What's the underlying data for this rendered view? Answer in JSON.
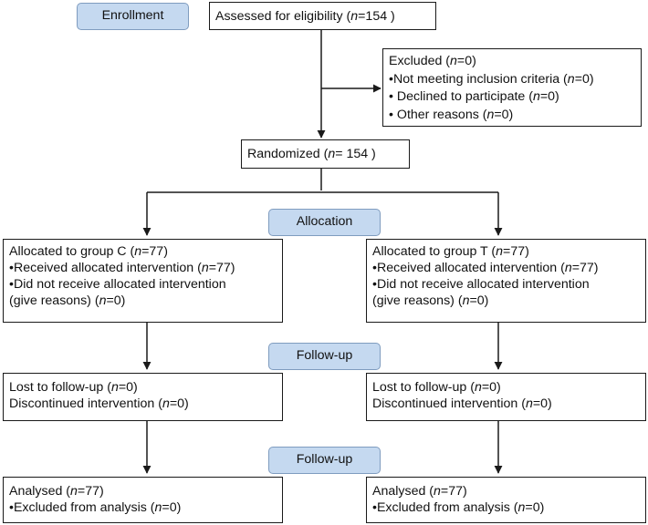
{
  "stages": {
    "enrollment": "Enrollment",
    "allocation": "Allocation",
    "followup1": "Follow-up",
    "followup2": "Follow-up"
  },
  "assessed": {
    "prefix": "Assessed for eligibility (",
    "n": "n",
    "suffix": "=154 )"
  },
  "excluded": {
    "title_prefix": "Excluded (",
    "title_n": "n",
    "title_suffix": "=0)",
    "items": [
      {
        "prefix": "•Not meeting inclusion criteria (",
        "n": "n",
        "suffix": "=0)"
      },
      {
        "prefix": "• Declined to participate (",
        "n": "n",
        "suffix": "=0)"
      },
      {
        "prefix": "• Other reasons (",
        "n": "n",
        "suffix": "=0)"
      }
    ]
  },
  "randomized": {
    "prefix": "Randomized (",
    "n": "n",
    "suffix": "= 154 )"
  },
  "groupC": {
    "alloc_prefix": "Allocated to group C (",
    "alloc_n": "n",
    "alloc_suffix": "=77)",
    "received_prefix": " •Received allocated intervention (",
    "received_n": "n",
    "received_suffix": "=77)",
    "notreceived_line1": " •Did not receive allocated intervention",
    "notreceived_prefix": "(give reasons) (",
    "notreceived_n": "n",
    "notreceived_suffix": "=0)",
    "lost_prefix": "Lost to follow-up (",
    "lost_n": "n",
    "lost_suffix": "=0)",
    "disc_prefix": "Discontinued intervention (",
    "disc_n": "n",
    "disc_suffix": "=0)",
    "analysed_prefix": "Analysed  (",
    "analysed_n": "n",
    "analysed_suffix": "=77)",
    "exanal_prefix": " •Excluded from analysis (",
    "exanal_n": "n",
    "exanal_suffix": "=0)"
  },
  "groupT": {
    "alloc_prefix": "Allocated to group T (",
    "alloc_n": "n",
    "alloc_suffix": "=77)",
    "received_prefix": " •Received allocated intervention (",
    "received_n": "n",
    "received_suffix": "=77)",
    "notreceived_line1": " •Did not receive allocated intervention",
    "notreceived_prefix": "(give reasons) (",
    "notreceived_n": "n",
    "notreceived_suffix": "=0)",
    "lost_prefix": "Lost to follow-up (",
    "lost_n": "n",
    "lost_suffix": "=0)",
    "disc_prefix": "Discontinued intervention (",
    "disc_n": "n",
    "disc_suffix": "=0)",
    "analysed_prefix": "Analysed  (",
    "analysed_n": "n",
    "analysed_suffix": "=77)",
    "exanal_prefix": " •Excluded from analysis (",
    "exanal_n": "n",
    "exanal_suffix": "=0)"
  },
  "colors": {
    "stage_fill": "#c5d9f0",
    "stage_border": "#7f9cbf",
    "line": "#1a1a1a"
  }
}
